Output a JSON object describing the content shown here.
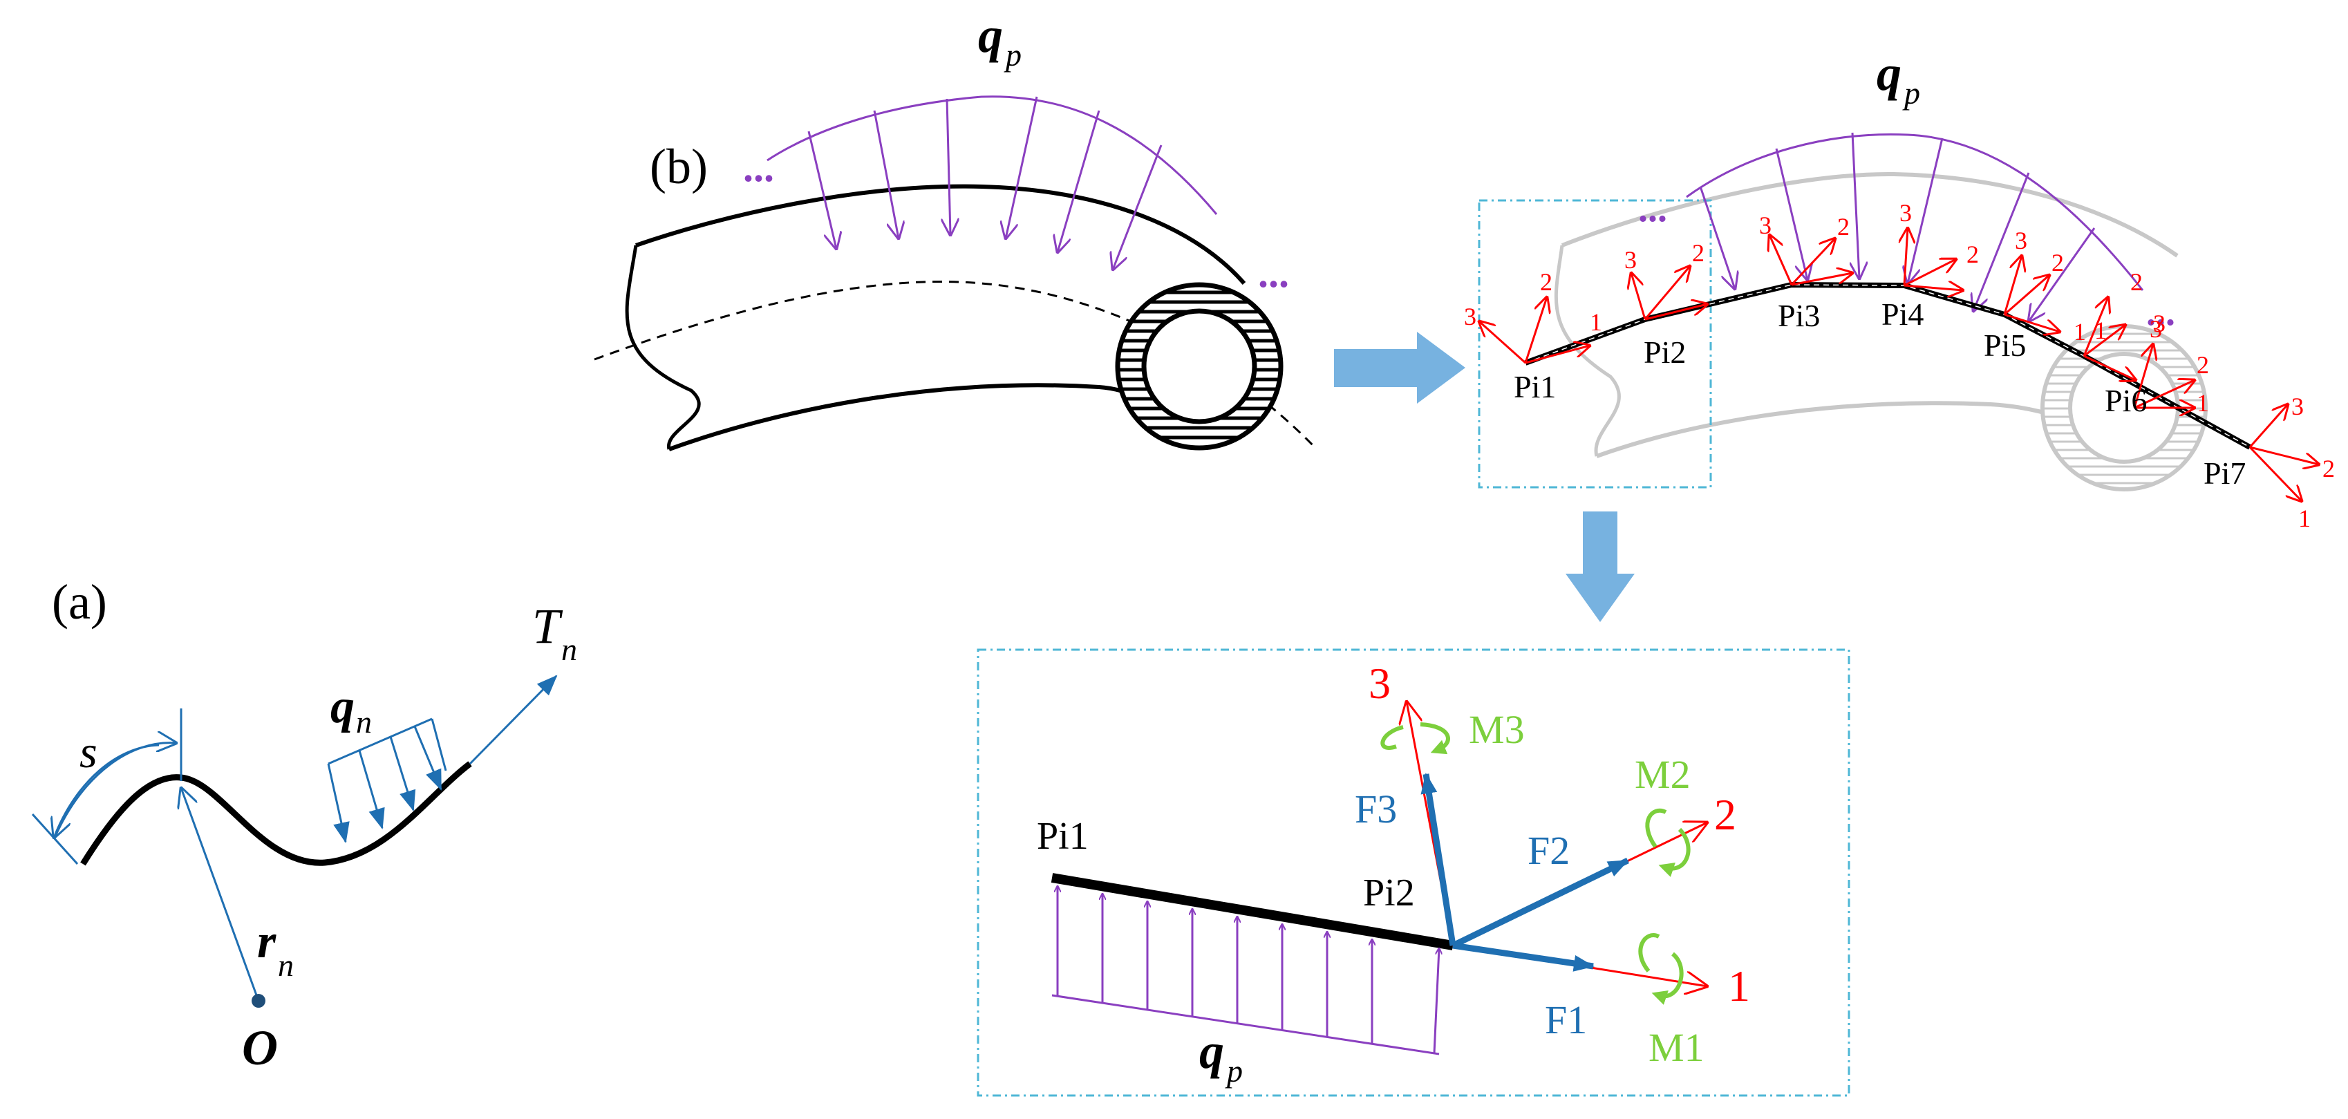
{
  "colors": {
    "purple": "#8a3fc0",
    "red": "#ff0000",
    "blue": "#1f6fb2",
    "lightblue": "#77b2e0",
    "green": "#7ccf3c",
    "gray": "#c8c8c8",
    "dashbox": "#4fb7d6"
  },
  "panel_a": {
    "tag": "(a)",
    "s": "s",
    "q_main": "q",
    "q_sub": "n",
    "T_main": "T",
    "T_sub": "n",
    "r_main": "r",
    "r_sub": "n",
    "origin": "O"
  },
  "panel_b": {
    "tag": "(b)",
    "q_main": "q",
    "q_sub": "p",
    "dots_left": "...",
    "dots_right": "..."
  },
  "panel_discrete": {
    "q_main": "q",
    "q_sub": "p",
    "nodes": [
      "Pi1",
      "Pi2",
      "Pi3",
      "Pi4",
      "Pi5",
      "Pi6",
      "Pi7"
    ],
    "axis_labels": [
      "1",
      "2",
      "3"
    ]
  },
  "panel_detail": {
    "start_node": "Pi1",
    "end_node": "Pi2",
    "q_main": "q",
    "q_sub": "p",
    "F1": "F1",
    "F2": "F2",
    "F3": "F3",
    "M1": "M1",
    "M2": "M2",
    "M3": "M3",
    "axis1": "1",
    "axis2": "2",
    "axis3": "3"
  }
}
